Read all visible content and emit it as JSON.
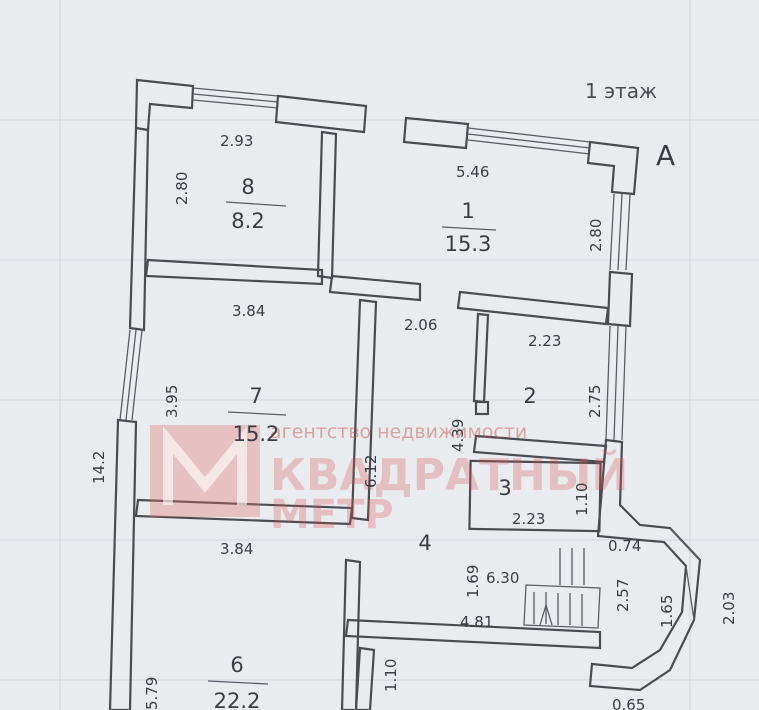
{
  "floor_label": "1 этаж",
  "axis_label": "А",
  "watermark": {
    "top_line": "агентство недвижимости",
    "brand_line1": "КВАДРАТНЫЙ",
    "brand_line2": "МЕТР"
  },
  "rooms": {
    "r8": {
      "number": "8",
      "area": "8.2"
    },
    "r1": {
      "number": "1",
      "area": "15.3"
    },
    "r7": {
      "number": "7",
      "area": "15.2"
    },
    "r2": {
      "number": "2"
    },
    "r3": {
      "number": "3"
    },
    "r4": {
      "number": "4"
    },
    "r6": {
      "number": "6",
      "area": "22.2"
    }
  },
  "dimensions": {
    "r8_width": "2.93",
    "r8_height": "2.80",
    "r1_width": "5.46",
    "r1_height": "2.80",
    "r7_width": "3.84",
    "r7_height": "3.95",
    "corridor_width": "2.06",
    "corridor_height": "4.39",
    "r2_width": "2.23",
    "r2_height": "2.75",
    "r3_width": "2.23",
    "r3_height": "1.10",
    "r4_height": "6.12",
    "stair_height": "1.69",
    "stair_width": "6.30",
    "hall_width": "4.81",
    "r6_width": "3.84",
    "r6_height": "5.79",
    "lower_height": "1.10",
    "overall_height": "14.2",
    "bay_a": "0.74",
    "bay_b": "2.57",
    "bay_c": "1.65",
    "bay_d": "2.03",
    "bay_e": "0.65"
  }
}
